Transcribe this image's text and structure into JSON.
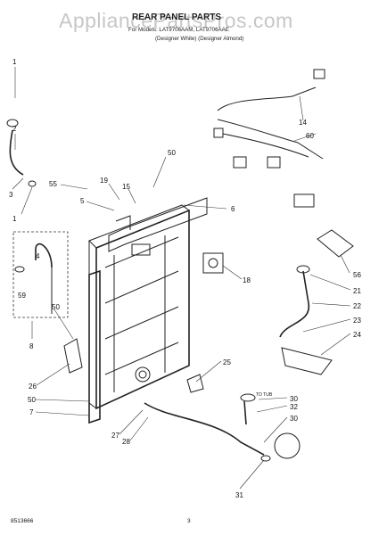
{
  "watermark": "AppliancePartsPros.com",
  "title": "REAR PANEL PARTS",
  "subtitle_line1": "For Models: LAT9706AAM, LAT9706AAE",
  "subtitle_line2": "(Designer White)   (Designer Almond)",
  "footer_code": "8513666",
  "page_number": "3",
  "small_label": "TO TUB",
  "callouts": [
    "1",
    "2",
    "3",
    "1",
    "55",
    "5",
    "19",
    "15",
    "50",
    "6",
    "4",
    "59",
    "8",
    "50",
    "26",
    "50",
    "7",
    "27",
    "28",
    "14",
    "60",
    "56",
    "21",
    "22",
    "23",
    "24",
    "18",
    "25",
    "30",
    "32",
    "30",
    "31"
  ]
}
